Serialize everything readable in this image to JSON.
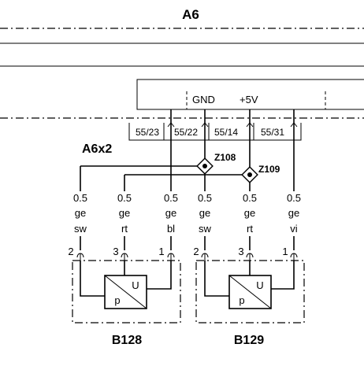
{
  "module": {
    "name": "A6",
    "gnd_label": "GND",
    "supply_label": "+5V"
  },
  "connector": {
    "name": "A6x2",
    "pins": [
      "55/23",
      "55/22",
      "55/14",
      "55/31"
    ]
  },
  "splices": [
    "Z108",
    "Z109"
  ],
  "wires": [
    {
      "size": "0.5",
      "color1": "ge",
      "color2": "sw"
    },
    {
      "size": "0.5",
      "color1": "ge",
      "color2": "rt"
    },
    {
      "size": "0.5",
      "color1": "ge",
      "color2": "bl"
    },
    {
      "size": "0.5",
      "color1": "ge",
      "color2": "sw"
    },
    {
      "size": "0.5",
      "color1": "ge",
      "color2": "rt"
    },
    {
      "size": "0.5",
      "color1": "ge",
      "color2": "vi"
    }
  ],
  "components": [
    {
      "name": "B128",
      "pins": [
        "2",
        "3",
        "1"
      ],
      "symbol_top": "U",
      "symbol_bottom": "p"
    },
    {
      "name": "B129",
      "pins": [
        "2",
        "3",
        "1"
      ],
      "symbol_top": "U",
      "symbol_bottom": "p"
    }
  ]
}
